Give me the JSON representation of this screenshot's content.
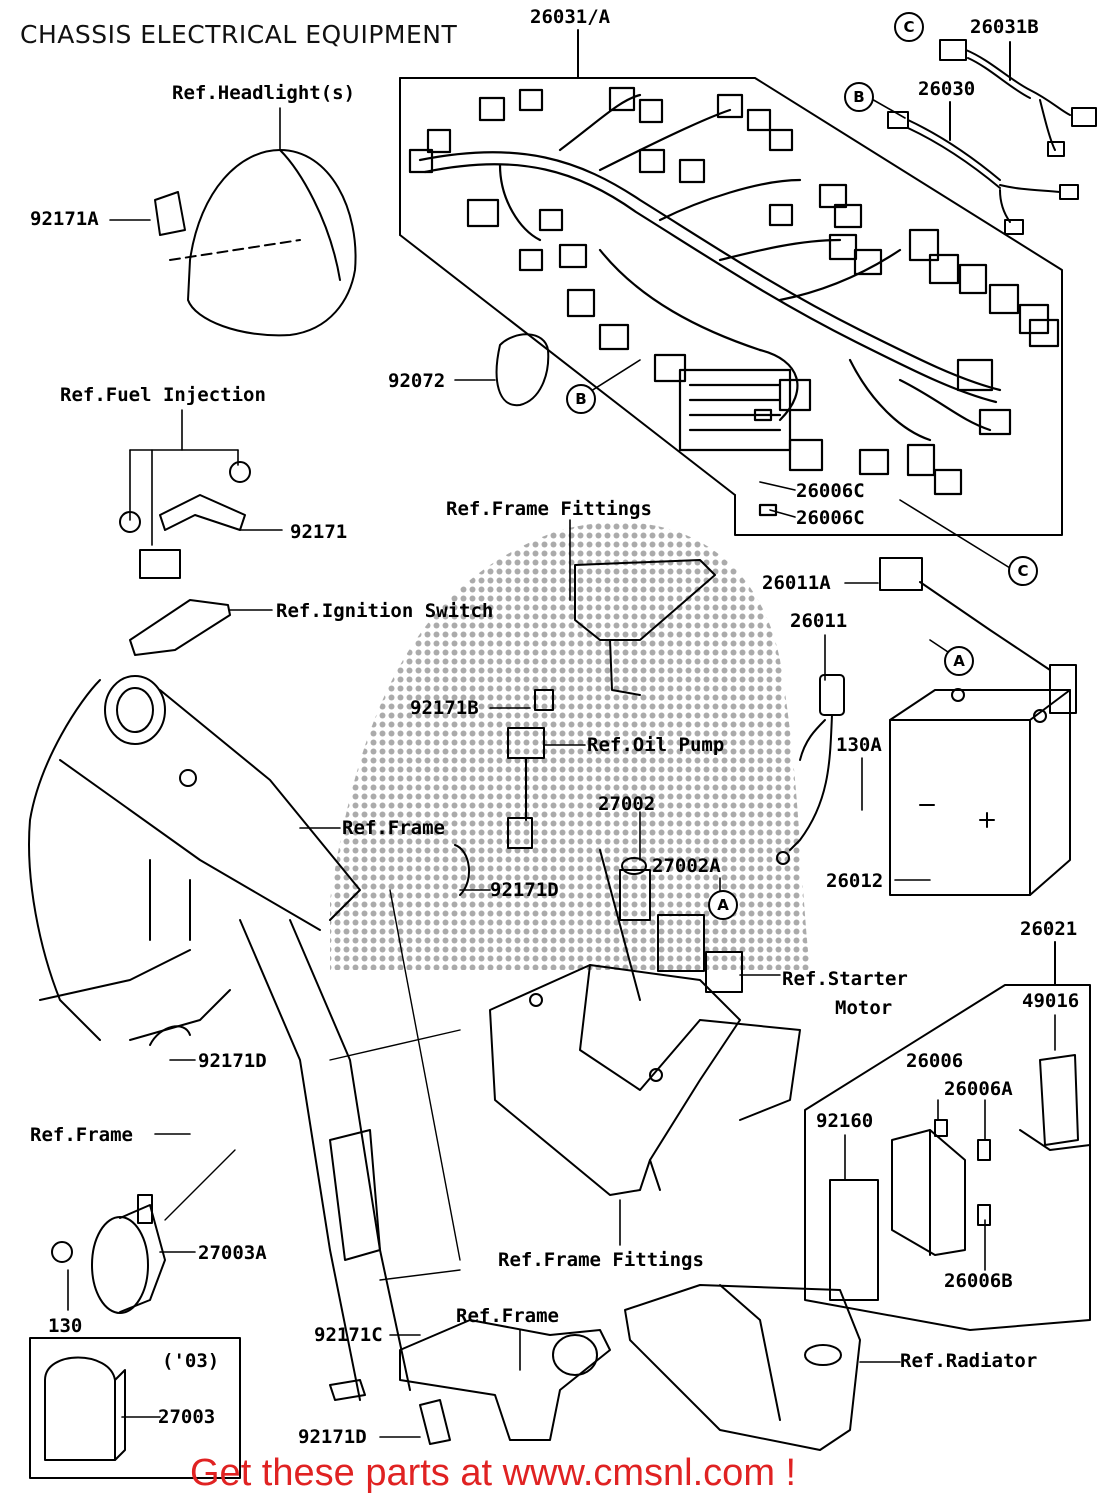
{
  "title": "CHASSIS ELECTRICAL EQUIPMENT",
  "footer": "Get these parts at www.cmsnl.com !",
  "colors": {
    "footer": "#e02222",
    "watermark": "#777777",
    "line": "#000000"
  },
  "labels": {
    "l26031A": "26031/A",
    "l26031B": "26031B",
    "l26030": "26030",
    "l92171A": "92171A",
    "refHeadlight": "Ref.Headlight(s)",
    "l92072": "92072",
    "refFuelInjection": "Ref.Fuel Injection",
    "l92171": "92171",
    "refIgnitionSwitch": "Ref.Ignition Switch",
    "refFrameFittings1": "Ref.Frame Fittings",
    "l26006C1": "26006C",
    "l26006C2": "26006C",
    "l26011A": "26011A",
    "l26011": "26011",
    "l92171B": "92171B",
    "refOilPump": "Ref.Oil Pump",
    "l130A": "130A",
    "l27002": "27002",
    "refFrame1": "Ref.Frame",
    "l27002A": "27002A",
    "l92171D1": "92171D",
    "l26012": "26012",
    "l26021": "26021",
    "refStarter": "Ref.Starter",
    "motor": "Motor",
    "l49016": "49016",
    "l92171D2": "92171D",
    "l26006": "26006",
    "l26006A": "26006A",
    "l92160": "92160",
    "refFrame2": "Ref.Frame",
    "l26006B": "26006B",
    "l27003A": "27003A",
    "refFrameFittings2": "Ref.Frame Fittings",
    "l130": "130",
    "l92171C": "92171C",
    "refFrame3": "Ref.Frame",
    "refRadiator": "Ref.Radiator",
    "year03": "('03)",
    "l27003": "27003",
    "l92171D3": "92171D"
  },
  "circles": {
    "A": "A",
    "B": "B",
    "C": "C"
  }
}
